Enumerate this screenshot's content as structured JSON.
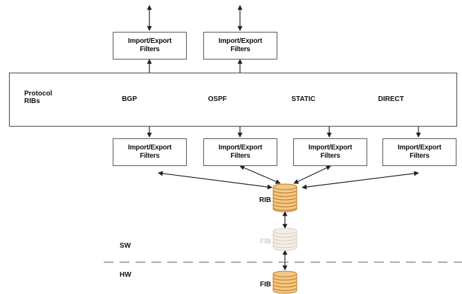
{
  "protocol_region": {
    "label": "Protocol\nRIBs"
  },
  "filter_label": "Import/Export\nFilters",
  "protocols": [
    {
      "name": "BGP"
    },
    {
      "name": "OSPF"
    },
    {
      "name": "STATIC"
    },
    {
      "name": "DIRECT"
    }
  ],
  "rib": {
    "label": "RIB"
  },
  "fib_sw": {
    "label": "FIB",
    "faded": true
  },
  "fib_hw": {
    "label": "FIB"
  },
  "layers": {
    "sw": "SW",
    "hw": "HW"
  },
  "colors": {
    "db_fill": "#f0c987",
    "db_stripe": "#c8771c",
    "db_faded_fill": "#f3eee5",
    "db_faded_stripe": "#d9cfc0",
    "line": "#222222",
    "divider": "#777777"
  }
}
